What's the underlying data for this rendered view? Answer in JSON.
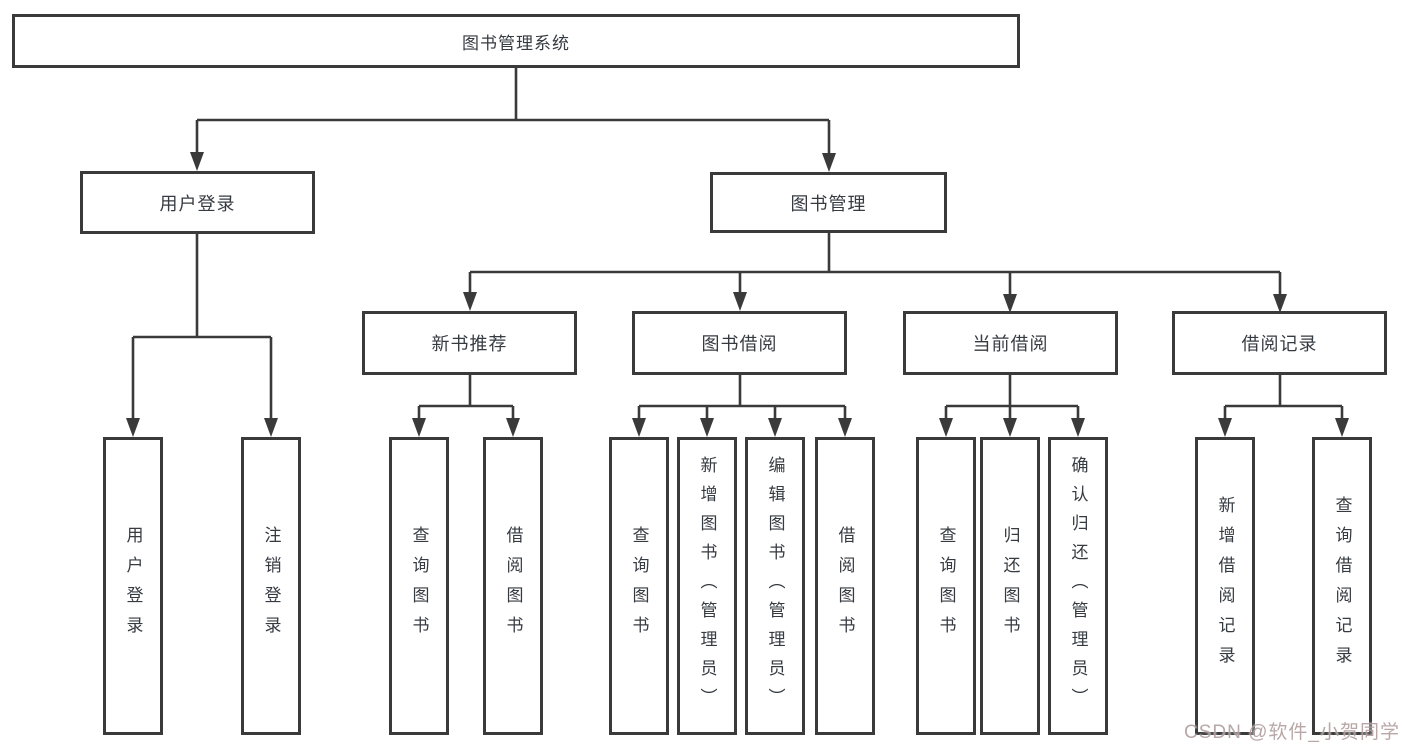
{
  "diagram": {
    "title_node": {
      "label": "图书管理系统"
    },
    "level2": [
      {
        "label": "用户登录"
      },
      {
        "label": "图书管理"
      }
    ],
    "level3": [
      {
        "label": "新书推荐"
      },
      {
        "label": "图书借阅"
      },
      {
        "label": "当前借阅"
      },
      {
        "label": "借阅记录"
      }
    ],
    "leaves": [
      {
        "label": "用户登录"
      },
      {
        "label": "注销登录"
      },
      {
        "label": "查询图书"
      },
      {
        "label": "借阅图书"
      },
      {
        "label": "查询图书"
      },
      {
        "label": "新增图书（管理员）"
      },
      {
        "label": "编辑图书（管理员）"
      },
      {
        "label": "借阅图书"
      },
      {
        "label": "查询图书"
      },
      {
        "label": "归还图书"
      },
      {
        "label": "确认归还（管理员）"
      },
      {
        "label": "新增借阅记录"
      },
      {
        "label": "查询借阅记录"
      }
    ],
    "watermark": "CSDN @软件_小贺同学",
    "colors": {
      "line": "#3a3a3a",
      "border": "#3a3a3a",
      "text": "#363b42",
      "watermark": "#ad9898",
      "background": "#ffffff"
    }
  }
}
